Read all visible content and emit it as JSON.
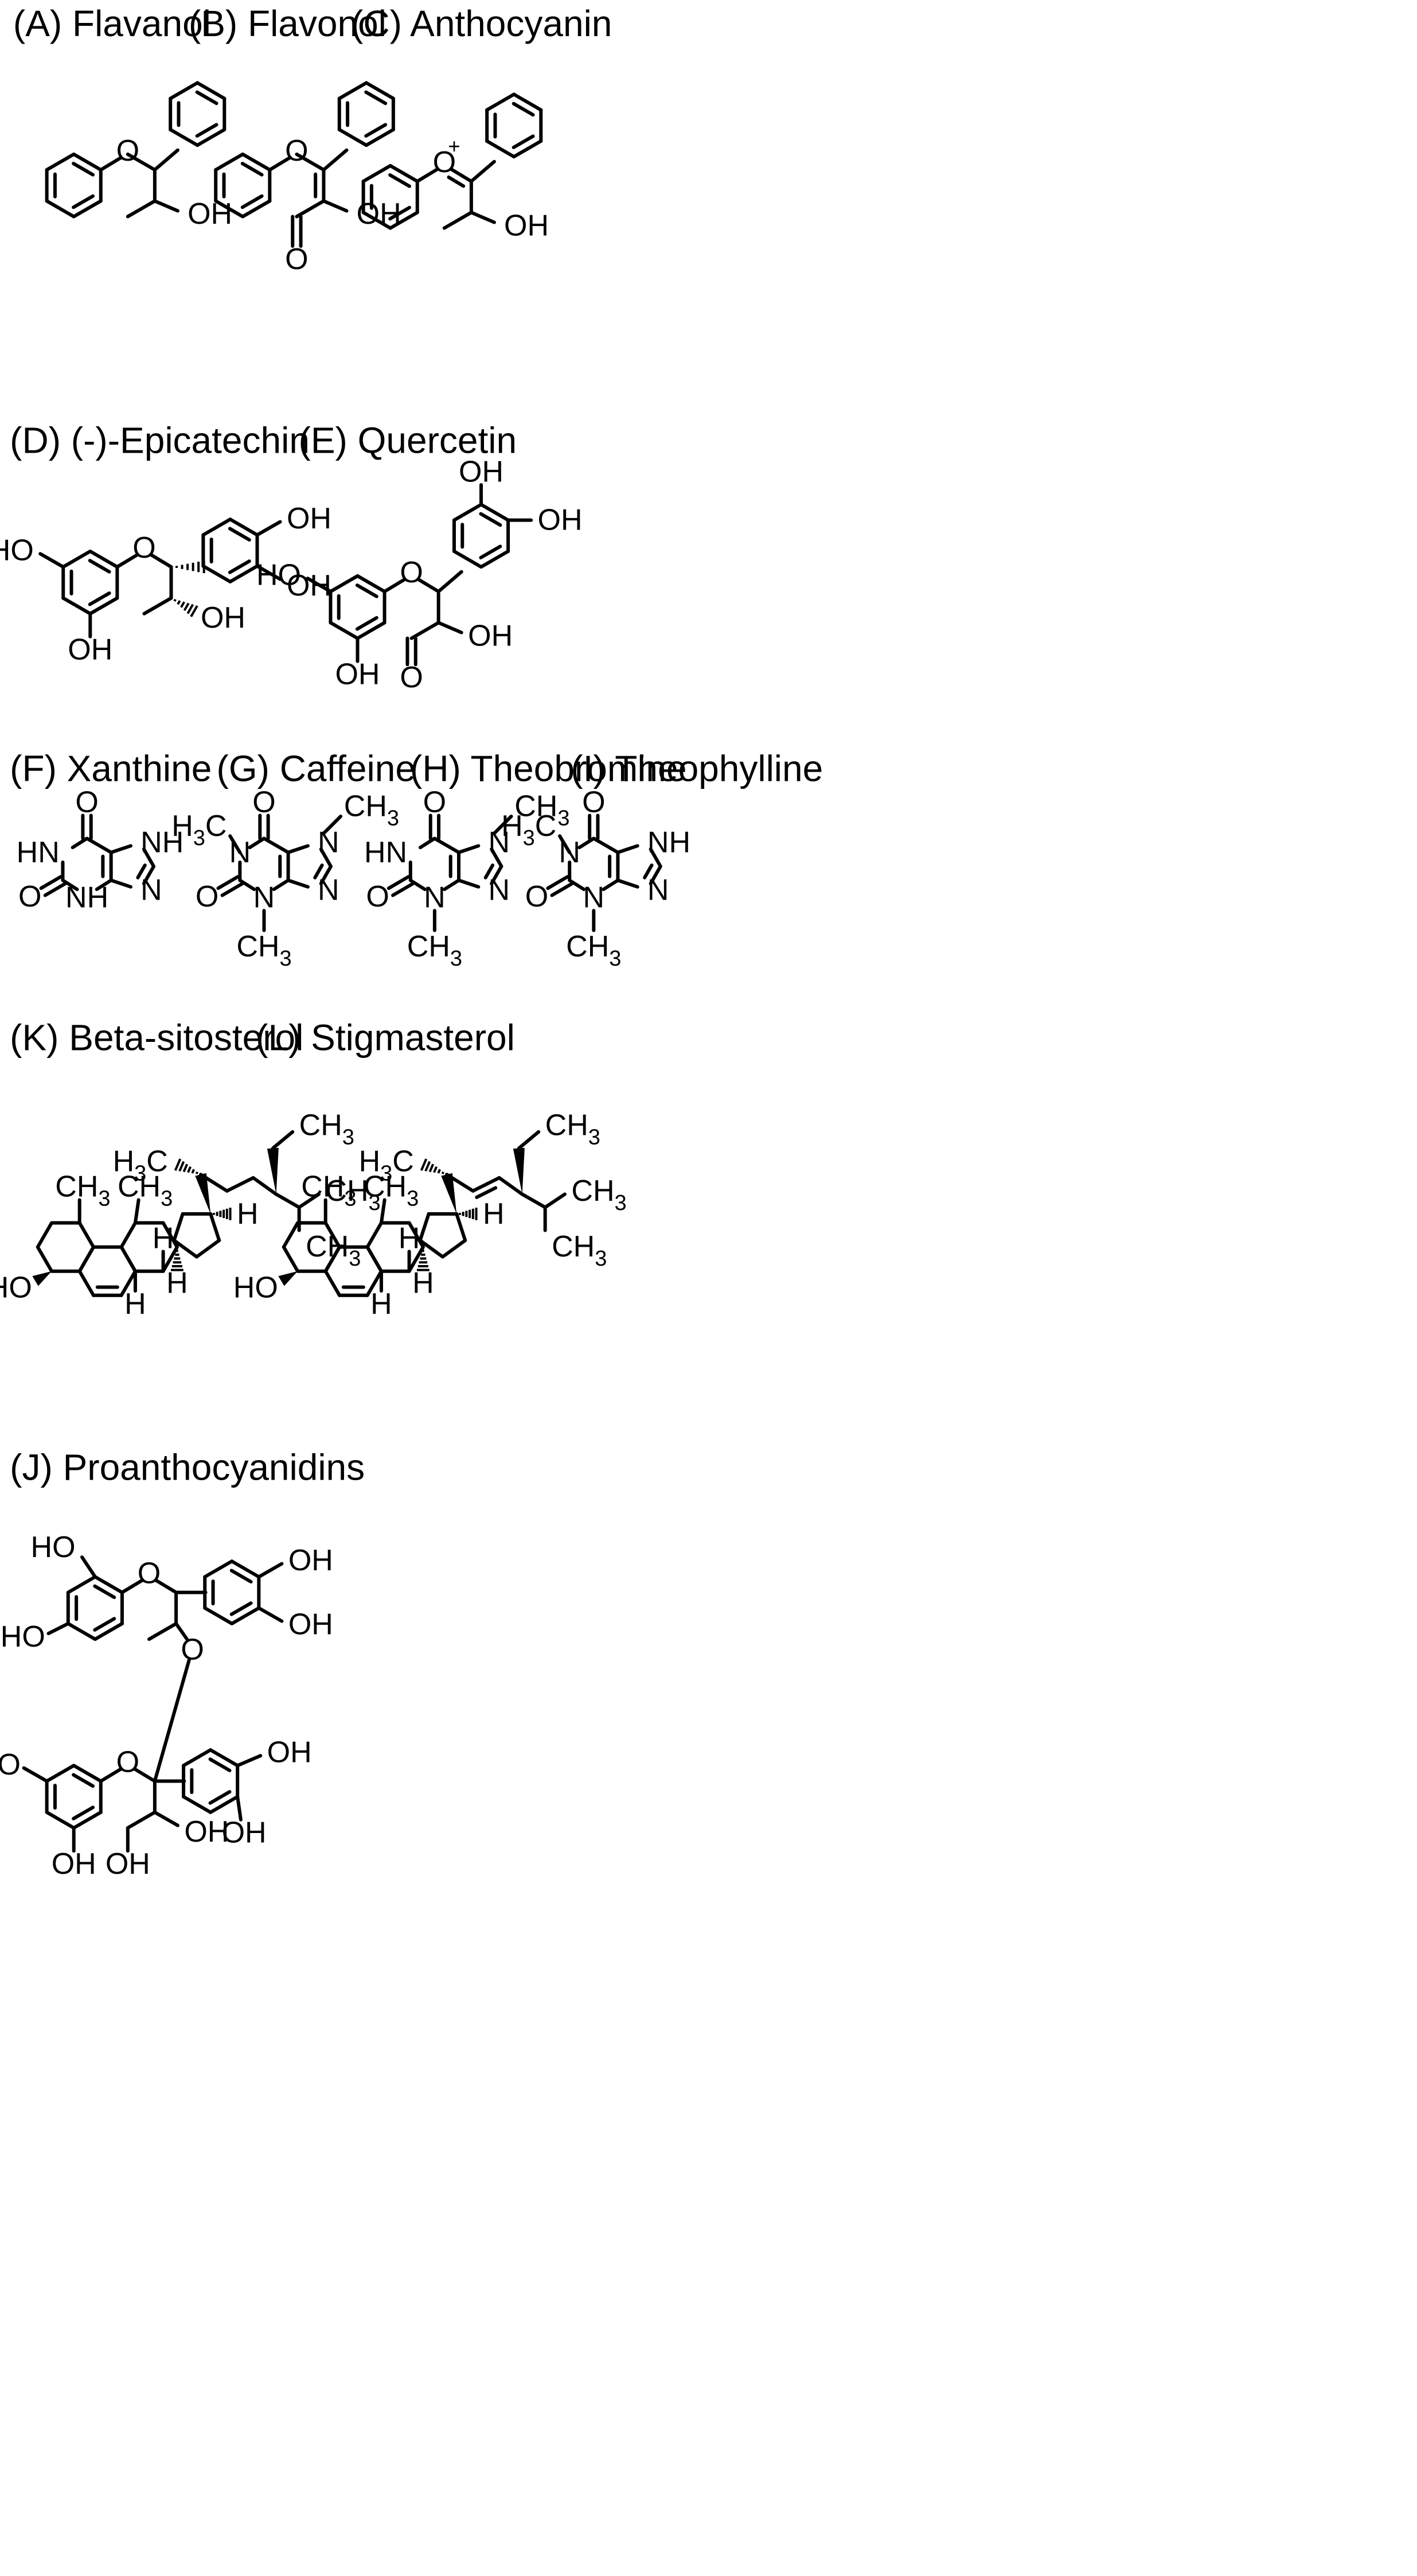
{
  "title": "",
  "structures": [
    {
      "id": "A",
      "title": "(A) Flavanol",
      "atoms": [
        "O",
        "OH"
      ]
    },
    {
      "id": "B",
      "title": "(B) Flavonol",
      "atoms": [
        "O",
        "OH",
        "O"
      ]
    },
    {
      "id": "C",
      "title": "(C) Anthocyanin",
      "atoms": [
        "O",
        "+",
        "OH"
      ]
    },
    {
      "id": "D",
      "title": "(D) (-)-Epicatechin",
      "atoms": [
        "HO",
        "O",
        "OH",
        "OH",
        "OH",
        "OH"
      ]
    },
    {
      "id": "E",
      "title": "(E) Quercetin",
      "atoms": [
        "HO",
        "O",
        "OH",
        "OH",
        "OH",
        "OH",
        "O"
      ]
    },
    {
      "id": "F",
      "title": "(F) Xanthine",
      "atoms": [
        "O",
        "HN",
        "NH",
        "O",
        "NH",
        "N"
      ]
    },
    {
      "id": "G",
      "title": "(G) Caffeine",
      "atoms": [
        "O",
        "H3C",
        "N",
        "N",
        "CH3",
        "O",
        "N",
        "CH3",
        "N"
      ]
    },
    {
      "id": "H",
      "title": "(H) Theobromine",
      "atoms": [
        "O",
        "HN",
        "N",
        "CH3",
        "O",
        "N",
        "N",
        "CH3"
      ]
    },
    {
      "id": "I",
      "title": "(I) Theophylline",
      "atoms": [
        "O",
        "H3C",
        "N",
        "NH",
        "O",
        "N",
        "N",
        "CH3"
      ]
    },
    {
      "id": "K",
      "title": "(K) Beta-sitosterol",
      "atoms": [
        "CH3",
        "H3C",
        "CH3",
        "CH3",
        "CH3",
        "H",
        "CH3",
        "H",
        "H",
        "H",
        "HO"
      ]
    },
    {
      "id": "L",
      "title": "(L) Stigmasterol",
      "atoms": [
        "CH3",
        "H3C",
        "CH3",
        "CH3",
        "CH3",
        "H",
        "CH3",
        "H",
        "H",
        "H",
        "HO"
      ]
    },
    {
      "id": "J",
      "title": "(J) Proanthocyanidins",
      "atoms": [
        "HO",
        "O",
        "OH",
        "OH",
        "HO",
        "O",
        "HO",
        "O",
        "OH",
        "OH",
        "HO",
        "OH",
        "OH",
        "OH"
      ]
    }
  ]
}
